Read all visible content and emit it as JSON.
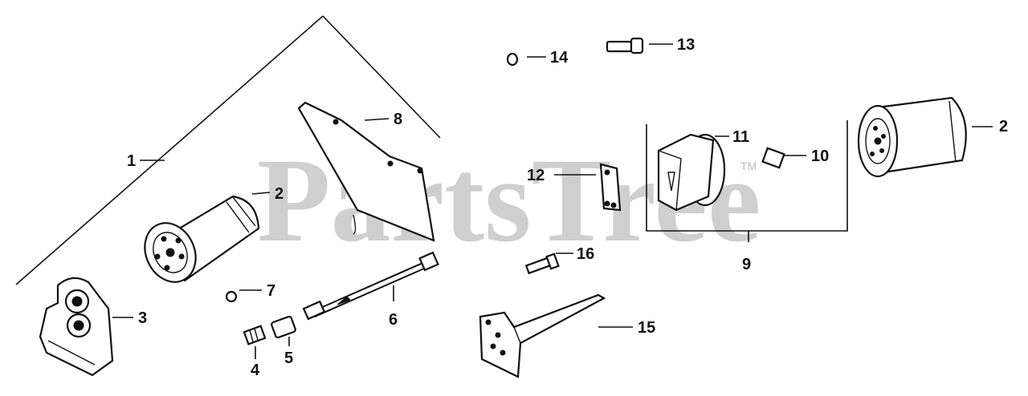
{
  "watermark": {
    "text": "PartsTree",
    "trademark": "TM"
  },
  "callouts": {
    "c1": "1",
    "c2a": "2",
    "c2b": "2",
    "c3": "3",
    "c4": "4",
    "c5": "5",
    "c6": "6",
    "c7": "7",
    "c8": "8",
    "c9": "9",
    "c10": "10",
    "c11": "11",
    "c12": "12",
    "c13": "13",
    "c14": "14",
    "c15": "15",
    "c16": "16"
  }
}
